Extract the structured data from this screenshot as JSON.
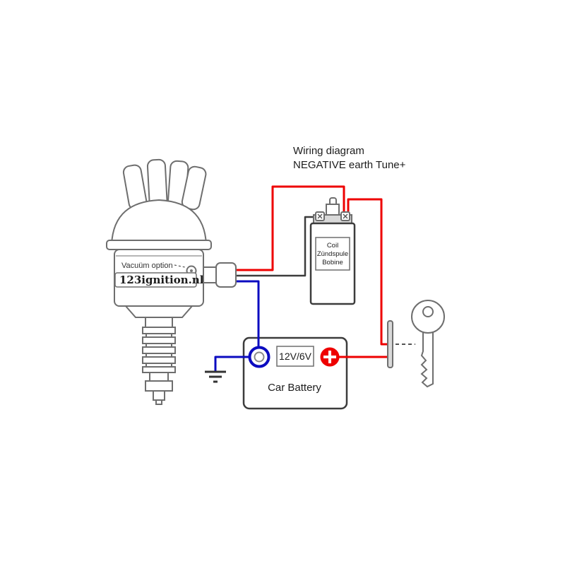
{
  "title": {
    "line1": "Wiring diagram",
    "line2": "NEGATIVE earth Tune+"
  },
  "distributor": {
    "vacuum_label": "Vacuüm option",
    "brand": "123ignition.nl"
  },
  "coil": {
    "label_lines": [
      "Coil",
      "Zündspule",
      "Bobine"
    ]
  },
  "battery": {
    "voltage": "12V/6V",
    "name": "Car Battery"
  },
  "colors": {
    "wire_red": "#ee0000",
    "wire_blue": "#0b0bc0",
    "wire_black": "#3c3c3c"
  }
}
